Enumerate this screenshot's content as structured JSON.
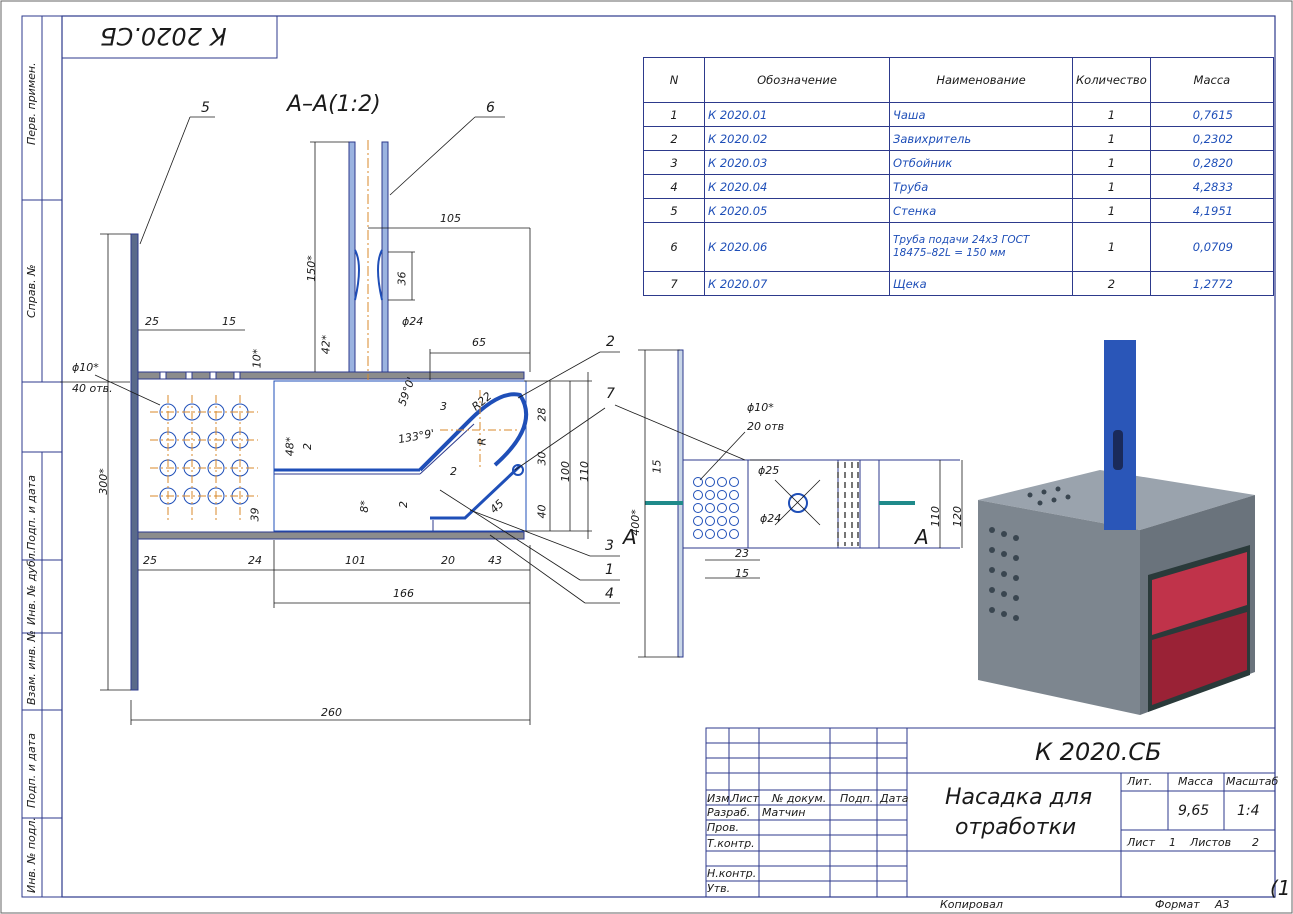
{
  "rotated_code": "К 2020.СБ",
  "section_label": "А–А(1:2)",
  "view_letter_a": "А",
  "view_letter_b": "А",
  "side_labels": [
    "Перв. примен.",
    "Справ. №",
    "Подп. и дата",
    "Инв. № дубл.",
    "Взам. инв. №",
    "Подп. и дата",
    "Инв. № подл."
  ],
  "spec_headers": {
    "n": "N",
    "designation": "Обозначение",
    "name": "Наименование",
    "qty": "Количество",
    "mass": "Масса"
  },
  "spec_rows": [
    {
      "n": "1",
      "designation": "К 2020.01",
      "name": "Чаша",
      "qty": "1",
      "mass": "0,7615"
    },
    {
      "n": "2",
      "designation": "К 2020.02",
      "name": "Завихритель",
      "qty": "1",
      "mass": "0,2302"
    },
    {
      "n": "3",
      "designation": "К 2020.03",
      "name": "Отбойник",
      "qty": "1",
      "mass": "0,2820"
    },
    {
      "n": "4",
      "designation": "К 2020.04",
      "name": "Труба",
      "qty": "1",
      "mass": "4,2833"
    },
    {
      "n": "5",
      "designation": "К 2020.05",
      "name": "Стенка",
      "qty": "1",
      "mass": "4,1951"
    },
    {
      "n": "6",
      "designation": "К 2020.06",
      "name": "Труба подачи   24х3 ГОСТ",
      "name2": "18475–82L = 150 мм",
      "qty": "1",
      "mass": "0,0709"
    },
    {
      "n": "7",
      "designation": "К 2020.07",
      "name": "Щека",
      "qty": "2",
      "mass": "1,2772"
    }
  ],
  "leaders": {
    "l5": "5",
    "l6": "6",
    "l2": "2",
    "l7": "7",
    "l3": "3",
    "l1": "1",
    "l4": "4"
  },
  "holes_note_left": {
    "size": "ϕ10*",
    "count": "40 отв."
  },
  "holes_note_right": {
    "size": "ϕ10*",
    "count": "20 отв"
  },
  "dims": {
    "d105": "105",
    "d150": "150*",
    "d36": "36",
    "d24a": "ϕ24",
    "d42": "42*",
    "d25a": "25",
    "d15a": "15",
    "d10": "10*",
    "d65": "65",
    "d59": "59°0'",
    "d3": "3",
    "dR22": "R22",
    "d28": "28",
    "d133": "133°9'",
    "d48": "48*",
    "d2a": "2",
    "dR": "R",
    "d30": "30",
    "d100": "100",
    "d110a": "110",
    "d2b": "2",
    "d40": "40",
    "d39": "39",
    "d8": "8*",
    "d2c": "2",
    "d45": "45",
    "d300": "300*",
    "d25b": "25",
    "d24b": "24",
    "d101": "101",
    "d20": "20",
    "d43": "43",
    "d166": "166",
    "d260": "260",
    "d15b": "15",
    "d25c": "ϕ25",
    "d24c": "ϕ24",
    "d400": "400*",
    "d23": "23",
    "d15c": "15",
    "d110b": "110",
    "d120": "120"
  },
  "title_block": {
    "code": "К 2020.СБ",
    "name_line1": "Насадка для",
    "name_line2": "отработки",
    "lit": "Лит.",
    "mass_h": "Масса",
    "scale_h": "Масштаб",
    "mass": "9,65",
    "scale": "1:4",
    "sheet": "Лист",
    "sheet_no": "1",
    "sheets": "Листов",
    "sheets_no": "2",
    "izm": "Изм.",
    "list": "Лист",
    "doc": "№ докум.",
    "sign": "Подп.",
    "date": "Дата",
    "razrab": "Разраб.",
    "author": "Матчин",
    "prov": "Пров.",
    "tkontr": "Т.контр.",
    "nkontr": "Н.контр.",
    "utv": "Утв.",
    "copied": "Копировал",
    "format": "Формат",
    "format_val": "А3",
    "corner": "(1"
  }
}
